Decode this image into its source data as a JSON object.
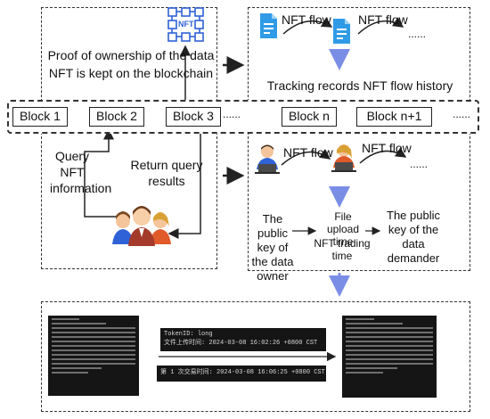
{
  "left_top": {
    "ownership_text": "Proof of ownership of the data NFT is kept on the blockchain",
    "nft_logo_label": "NFT"
  },
  "top_right": {
    "flow_label_1": "NFT flow",
    "flow_label_2": "NFT flow",
    "ellipsis": "......",
    "tracking_text": "Tracking records NFT flow history"
  },
  "chain": {
    "blocks": [
      "Block 1",
      "Block 2",
      "Block 3",
      "Block n",
      "Block n+1"
    ],
    "dots_mid": "......",
    "dots_end": "......"
  },
  "left_bottom": {
    "query_text": "Query NFT information",
    "return_text": "Return query results"
  },
  "bottom_right": {
    "flow_label_1": "NFT flow",
    "flow_label_2": "NFT flow",
    "ellipsis": "......",
    "owner_key": "The public key of the data owner",
    "demander_key": "The public key of the data demander",
    "upload_time": "File upload time",
    "trading_time": "NFT trading time"
  },
  "bottom_panel": {
    "token_line": "TokenID: long",
    "upload_line": "文件上传时间: 2024-03-08 16:02:26 +0800 CST",
    "trade_line": "第 1 次交易时间: 2024-03-08 16:06:25 +0800 CST"
  },
  "colors": {
    "arrow_blue": "#7b8ee6",
    "doc_blue": "#2f9be6",
    "nft_blue": "#2f62d6",
    "terminal_bg": "#151515"
  }
}
